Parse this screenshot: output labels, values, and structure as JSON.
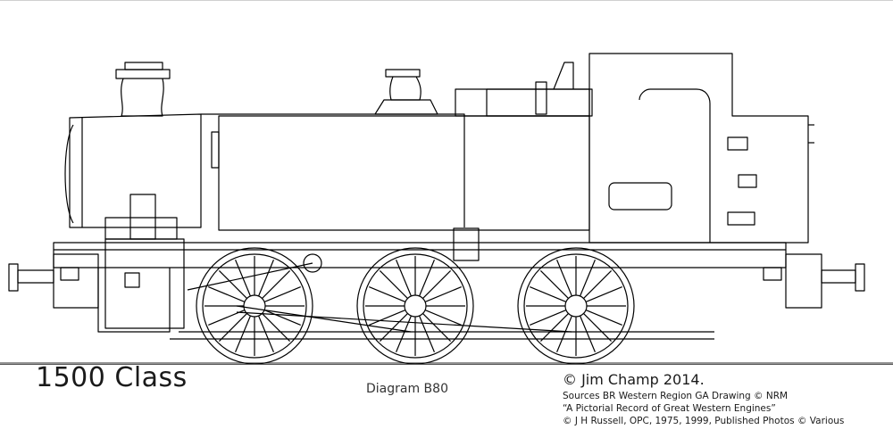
{
  "drawing": {
    "subject": "GWR 1500 Class pannier tank locomotive side elevation",
    "line_color": "#000000",
    "background_color": "#ffffff"
  },
  "footer": {
    "class_title": "1500 Class",
    "diagram_label": "Diagram B80",
    "copyright": "© Jim Champ 2014.",
    "sources": [
      "Sources BR Western Region GA Drawing © NRM",
      "“A Pictorial Record of Great Western Engines”",
      "© J H Russell, OPC, 1975, 1999, Published Photos © Various"
    ]
  }
}
